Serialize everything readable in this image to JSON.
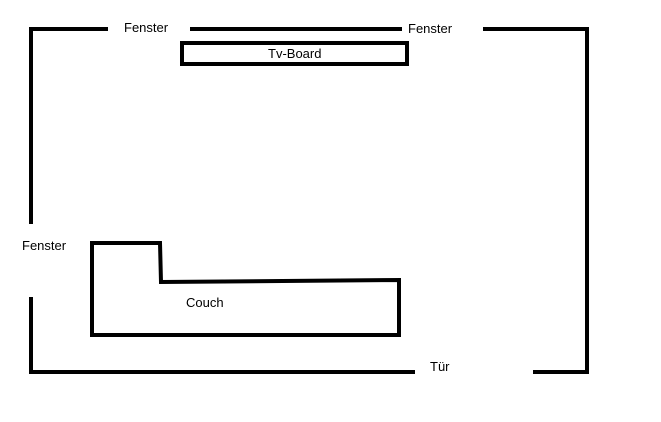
{
  "floorplan": {
    "labels": {
      "window_top_left": "Fenster",
      "window_top_right": "Fenster",
      "window_left": "Fenster",
      "tv_board": "Tv-Board",
      "couch": "Couch",
      "door": "Tür"
    },
    "colors": {
      "wall": "#000000",
      "background": "#ffffff"
    }
  }
}
